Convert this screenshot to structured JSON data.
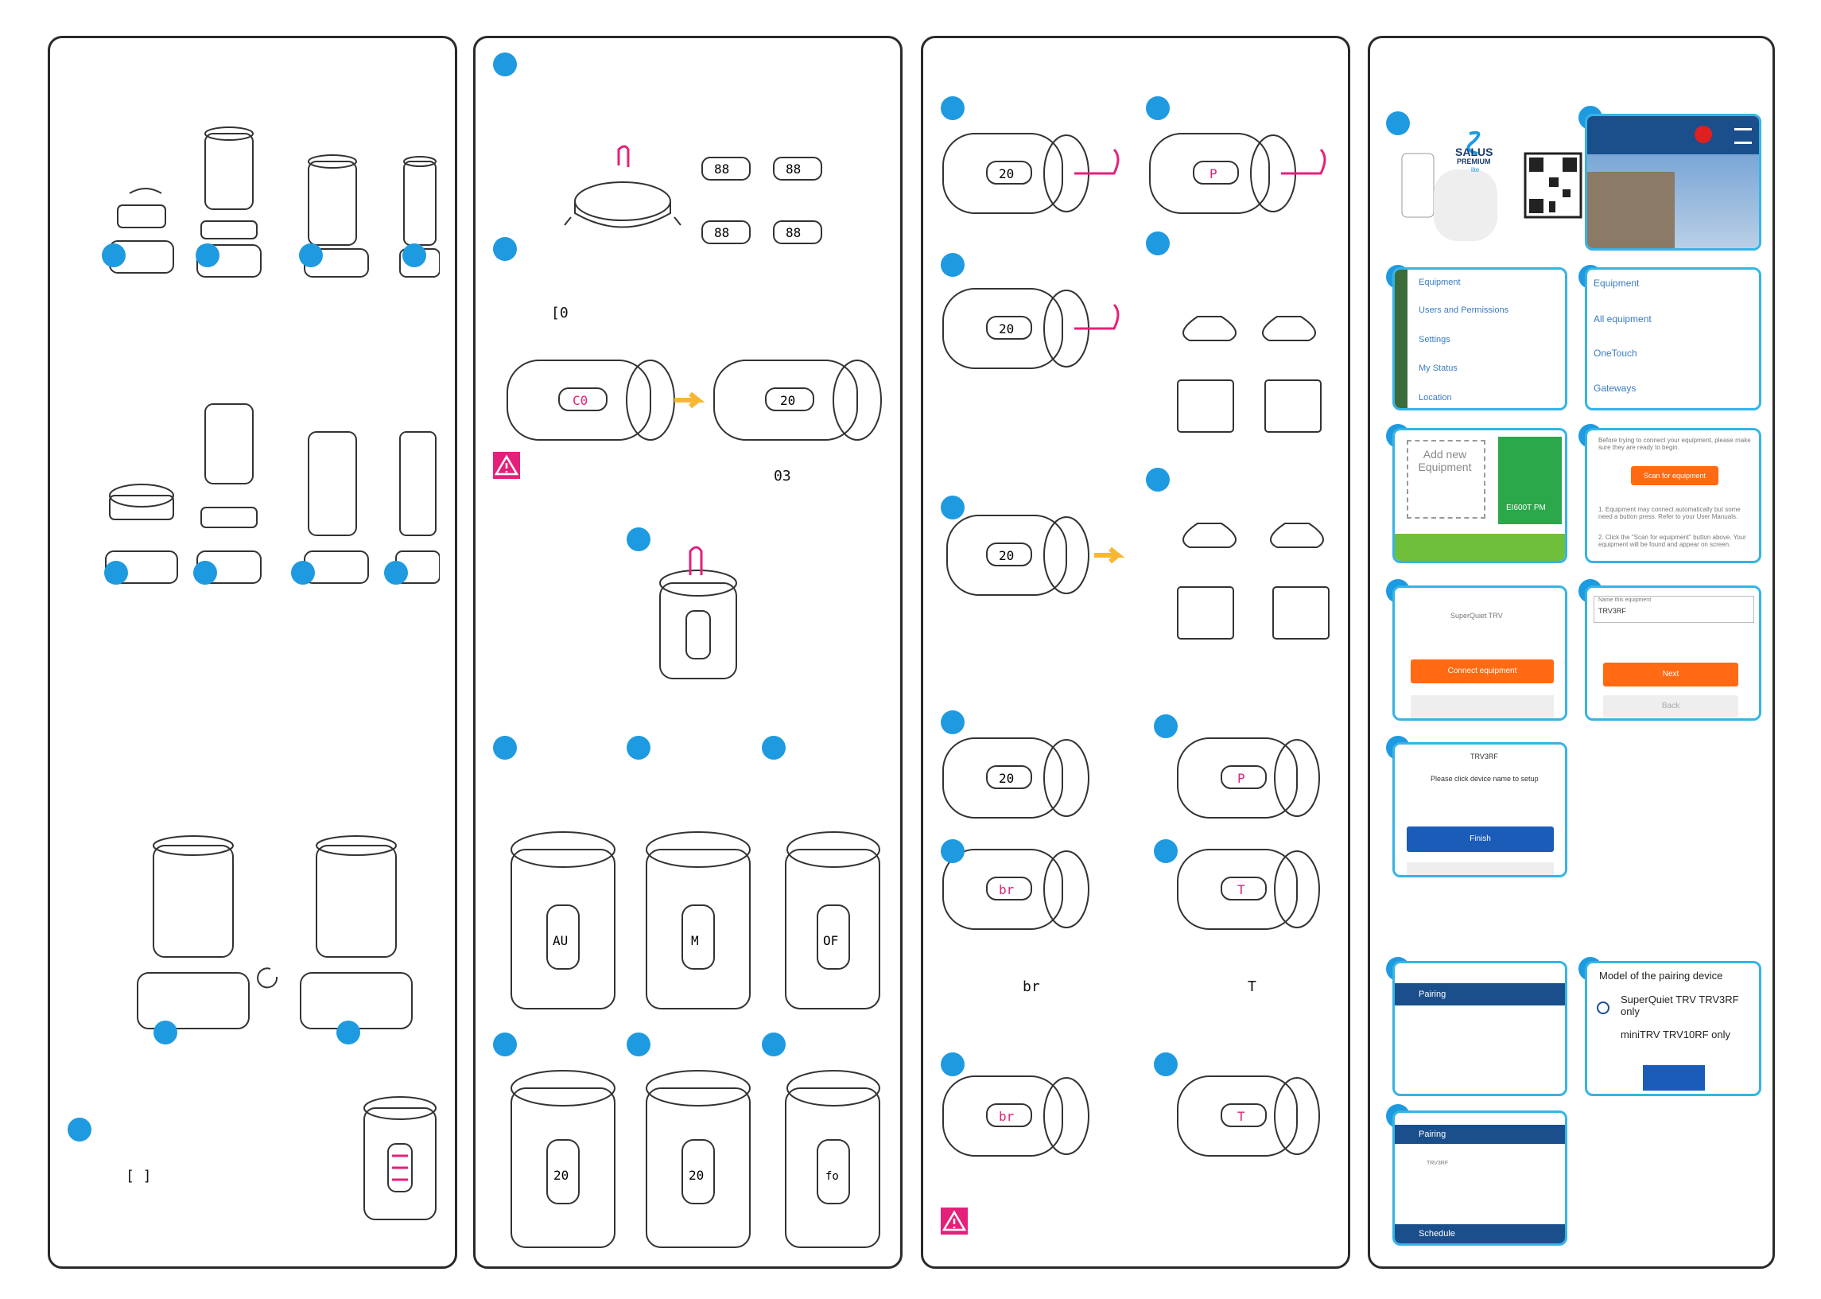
{
  "colors": {
    "accent": "#1e9ae0",
    "warning": "#e4217a",
    "screen_border": "#35b4e6",
    "button_orange": "#ff6a13",
    "button_blue": "#1b5cb8",
    "nav_blue": "#1b4f8c"
  },
  "panel2": {
    "codes": [
      "88",
      "88",
      "88",
      "88"
    ],
    "step_code_a": "[0",
    "display_co": "C0",
    "display_20": "20",
    "step_code_b": "03",
    "mode_codes": [
      "AU",
      "M",
      "OF"
    ],
    "temps": [
      "20",
      "20",
      "fo"
    ]
  },
  "panel3": {
    "lcd": [
      "20",
      "P",
      "20",
      "20",
      "20",
      "P",
      "br",
      "T",
      "br",
      "T"
    ],
    "codes": [
      "br",
      "T"
    ]
  },
  "panel1": {
    "code": "[ ]"
  },
  "app": {
    "logo": "SALUS",
    "logo_sub": "PREMIUM",
    "logo_lite": "lite",
    "menu": [
      "Equipment",
      "Users and Permissions",
      "Settings",
      "My Status",
      "Location"
    ],
    "equipment_list": [
      "Equipment",
      "All equipment",
      "OneTouch",
      "Gateways"
    ],
    "add_new": "Add new Equipment",
    "device_tile": "EI600T PM",
    "scan_intro": "Before trying to connect your equipment, please make sure they are ready to begin.",
    "scan_button": "Scan for equipment",
    "scan_note1": "1. Equipment may connect automatically but some need a button press. Refer to your User Manuals.",
    "scan_note2": "2. Click the \"Scan for equipment\" button above. Your equipment will be found and appear on screen.",
    "device_name": "SuperQuiet TRV",
    "connect_button": "Connect equipment",
    "name_label": "Name this equipment",
    "name_value": "TRV3RF",
    "next_button": "Next",
    "back_button": "Back",
    "trv_title": "TRV3RF",
    "setup_text": "Please click device name to setup",
    "finish_button": "Finish",
    "pairing": "Pairing",
    "model_title": "Model of the pairing device",
    "model_opt1": "SuperQuiet TRV TRV3RF only",
    "model_opt2": "miniTRV TRV10RF only",
    "pairing_device": "TRV3RF",
    "schedule": "Schedule"
  }
}
